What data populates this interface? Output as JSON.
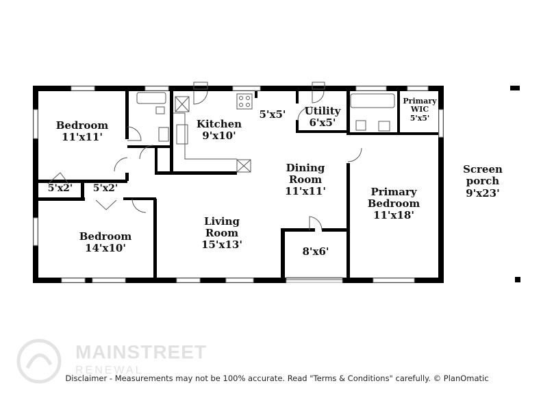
{
  "rooms": {
    "bedroom_top": {
      "name": "Bedroom",
      "dim": "11'x11'"
    },
    "closet_left": {
      "name": "",
      "dim": "5'x2'"
    },
    "closet_right": {
      "name": "",
      "dim": "5'x2'"
    },
    "bedroom_bottom": {
      "name": "Bedroom",
      "dim": "14'x10'"
    },
    "kitchen": {
      "name": "Kitchen",
      "dim": "9'x10'"
    },
    "pantry": {
      "name": "",
      "dim": "5'x5'"
    },
    "utility": {
      "name": "Utility",
      "dim": "6'x5'"
    },
    "primary_wic": {
      "name": "Primary WIC",
      "dim": "5'x5'"
    },
    "dining": {
      "name": "Dining Room",
      "dim": "11'x11'"
    },
    "living": {
      "name": "Living Room",
      "dim": "15'x13'"
    },
    "entry": {
      "name": "",
      "dim": "8'x6'"
    },
    "primary_bedroom": {
      "name": "Primary Bedroom",
      "dim": "11'x18'"
    },
    "screen_porch": {
      "name": "Screen porch",
      "dim": "9'x23'"
    }
  },
  "labels": {
    "bedroom_top_name": "Bedroom",
    "bedroom_bottom_name": "Bedroom",
    "kitchen_name": "Kitchen",
    "utility_name": "Utility",
    "wic_line1": "Primary",
    "wic_line2": "WIC",
    "dining_line1": "Dining",
    "dining_line2": "Room",
    "living_line1": "Living",
    "living_line2": "Room",
    "primary_line1": "Primary",
    "primary_line2": "Bedroom",
    "porch_line1": "Screen",
    "porch_line2": "porch"
  },
  "watermark": {
    "brand": "MAINSTREET",
    "sub": "RENEWAL"
  },
  "disclaimer": "Disclaimer - Measurements may not be 100% accurate. Read \"Terms & Conditions\" carefully. © PlanOmatic",
  "colors": {
    "wall": "#000000",
    "window": "#999999",
    "fixture": "#555555"
  }
}
